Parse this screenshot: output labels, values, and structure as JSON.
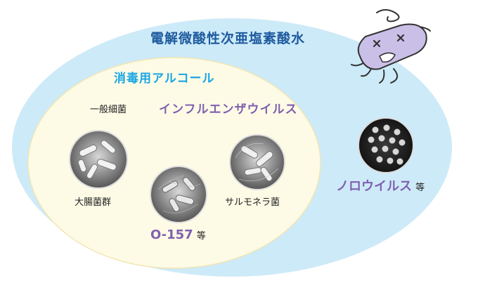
{
  "outer": {
    "label": "電解微酸性次亜塩素酸水",
    "fill": "#cdeaf8"
  },
  "inner": {
    "label": "消毒用アルコール",
    "fill": "#fdfbe6",
    "stroke": "#f1e6b4"
  },
  "microbes": {
    "general_bacteria": "一般細菌",
    "influenza": "インフルエンザウイルス",
    "coliform": "大腸菌群",
    "salmonella": "サルモネラ菌",
    "o157": "O-157",
    "o157_suffix": "等",
    "norovirus": "ノロウイルス",
    "norovirus_suffix": "等"
  },
  "colors": {
    "accent_blue": "#1d5a9e",
    "light_blue": "#1aa6e4",
    "purple": "#8060b0"
  }
}
